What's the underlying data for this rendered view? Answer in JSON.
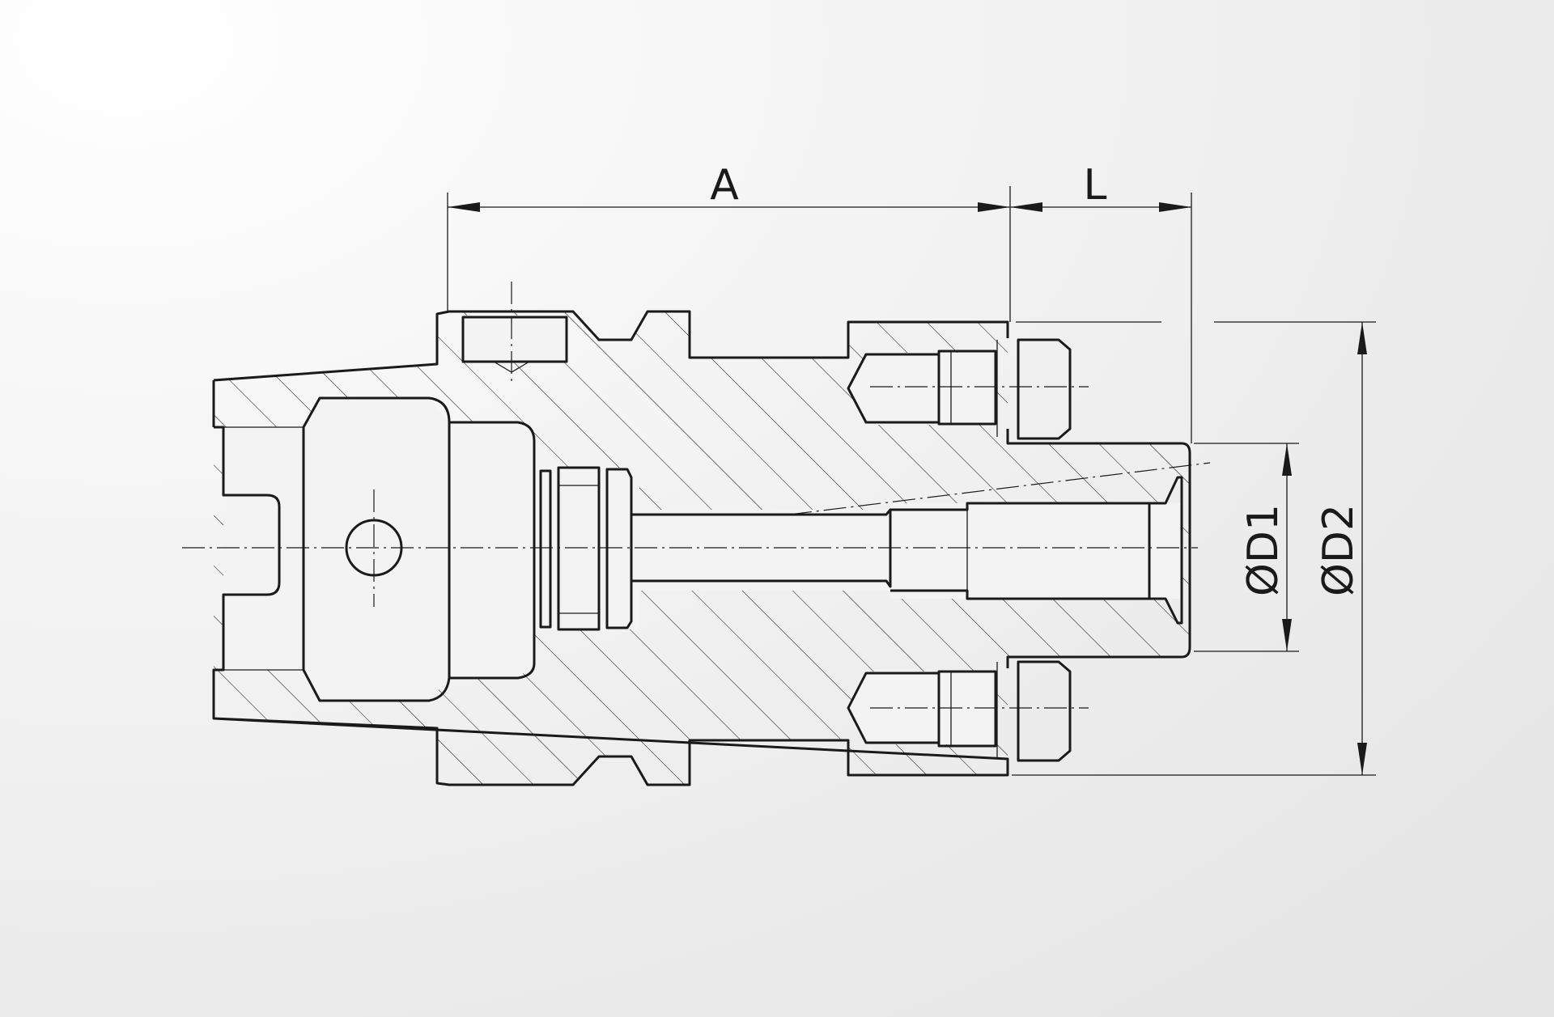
{
  "dimensions": {
    "a": "A",
    "l": "L",
    "d1": "ØD1",
    "d2": "ØD2"
  },
  "colors": {
    "line": "#1a1a1a",
    "background": "#ebebeb"
  }
}
